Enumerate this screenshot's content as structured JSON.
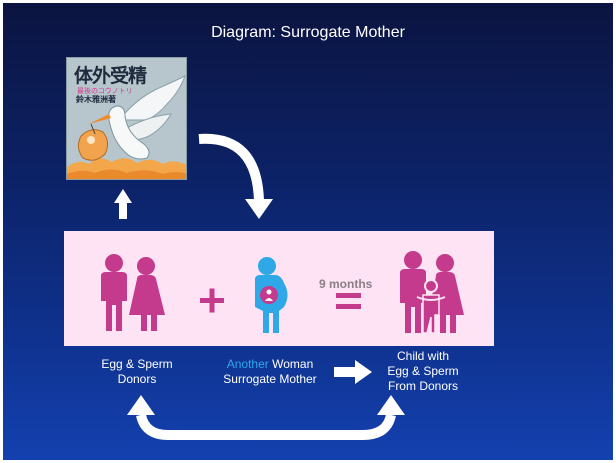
{
  "title": "Diagram: Surrogate Mother",
  "book": {
    "title": "体外受精",
    "subtitle": "最後のコウノトリ",
    "author": "鈴木雅洲著"
  },
  "panel": {
    "months_label": "9 months"
  },
  "labels": {
    "donors_line1": "Egg & Sperm",
    "donors_line2": "Donors",
    "surrogate_accent": "Another",
    "surrogate_rest": " Woman",
    "surrogate_line2": "Surrogate Mother",
    "child_line1": "Child with",
    "child_line2": "Egg & Sperm",
    "child_line3": "From Donors"
  },
  "colors": {
    "pink_panel": "#fde3f4",
    "magenta_icon": "#c43a8c",
    "blue_icon": "#2fa8e8",
    "accent_text": "#2fa8e8",
    "months_text": "#8a7f86"
  },
  "icons": [
    "couple-icon",
    "plus-icon",
    "pregnant-woman-icon",
    "equals-icon",
    "family-icon",
    "arrow-up-icon",
    "curved-arrow-down-icon",
    "arrow-right-icon",
    "curved-arrow-loop-icon",
    "stork-icon"
  ]
}
